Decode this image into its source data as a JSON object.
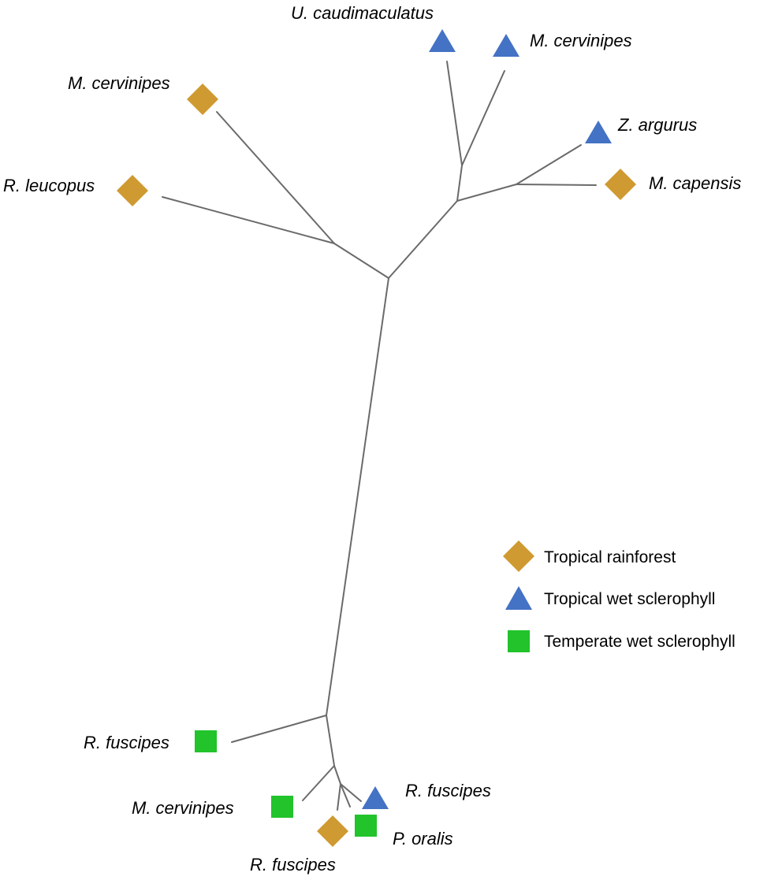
{
  "colors": {
    "tropical_rainforest": "#CF9A31",
    "tropical_wet_sclerophyll": "#4472C4",
    "temperate_wet_sclerophyll": "#22C32B",
    "branch": "#6a6a6a"
  },
  "taxa": [
    {
      "label": "U. caudimaculatus",
      "habitat": "tropical_wet_sclerophyll",
      "marker": "triangle"
    },
    {
      "label": "M. cervinipes",
      "habitat": "tropical_wet_sclerophyll",
      "marker": "triangle"
    },
    {
      "label": "Z. argurus",
      "habitat": "tropical_wet_sclerophyll",
      "marker": "triangle"
    },
    {
      "label": "M. capensis",
      "habitat": "tropical_rainforest",
      "marker": "diamond"
    },
    {
      "label": "M. cervinipes",
      "habitat": "tropical_rainforest",
      "marker": "diamond"
    },
    {
      "label": "R. leucopus",
      "habitat": "tropical_rainforest",
      "marker": "diamond"
    },
    {
      "label": "R. fuscipes",
      "habitat": "temperate_wet_sclerophyll",
      "marker": "square"
    },
    {
      "label": "M. cervinipes",
      "habitat": "temperate_wet_sclerophyll",
      "marker": "square"
    },
    {
      "label": "R. fuscipes",
      "habitat": "tropical_rainforest",
      "marker": "diamond"
    },
    {
      "label": "P. oralis",
      "habitat": "temperate_wet_sclerophyll",
      "marker": "square"
    },
    {
      "label": "R. fuscipes",
      "habitat": "tropical_wet_sclerophyll",
      "marker": "triangle"
    }
  ],
  "legend": [
    {
      "label": "Tropical rainforest",
      "marker": "diamond",
      "habitat": "tropical_rainforest"
    },
    {
      "label": "Tropical wet sclerophyll",
      "marker": "triangle",
      "habitat": "tropical_wet_sclerophyll"
    },
    {
      "label": "Temperate wet sclerophyll",
      "marker": "square",
      "habitat": "temperate_wet_sclerophyll"
    }
  ]
}
